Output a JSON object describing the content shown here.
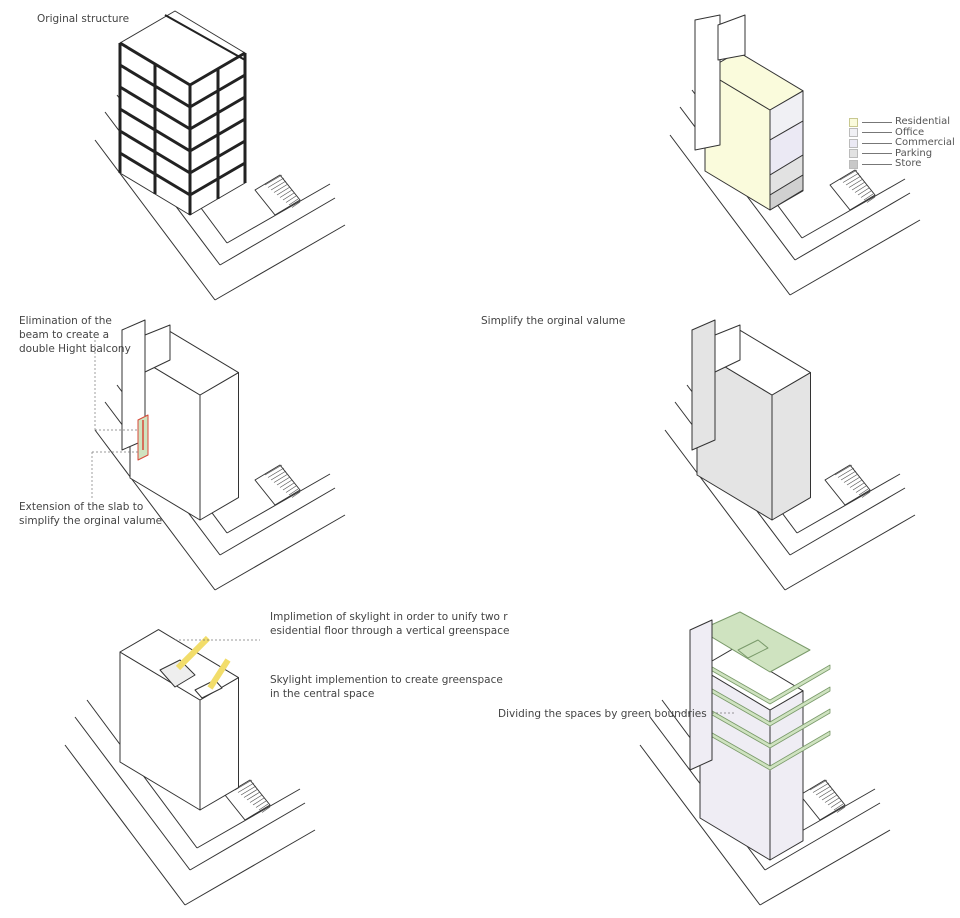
{
  "labels": {
    "original_structure": "Original structure",
    "elimination_beam": [
      "Elimination of the",
      "beam to create a",
      "double Hight balcony"
    ],
    "extension_slab": [
      "Extension of the slab to",
      "simplify the orginal valume"
    ],
    "simplify_volume": "Simplify the orginal valume",
    "skylight_unify": [
      "Implimetion of skylight in order to unify two r",
      "esidential floor through a vertical greenspace"
    ],
    "skylight_central": [
      "Skylight implemention to create greenspace",
      "in the central space"
    ],
    "green_boundaries": "Dividing the spaces by green boundries"
  },
  "legend": [
    {
      "label": "Residential",
      "color": "#fafbdc"
    },
    {
      "label": "Office",
      "color": "#f0f0f4"
    },
    {
      "label": "Commercial",
      "color": "#ebe9f4"
    },
    {
      "label": "Parking",
      "color": "#e2e2e2"
    },
    {
      "label": "Store",
      "color": "#c8c8c8"
    }
  ],
  "colors": {
    "line": "#333333",
    "green": "#cfe3c0",
    "yellow": "#f2dd6a",
    "red": "#d84a3a",
    "grey": "#e4e4e4"
  }
}
